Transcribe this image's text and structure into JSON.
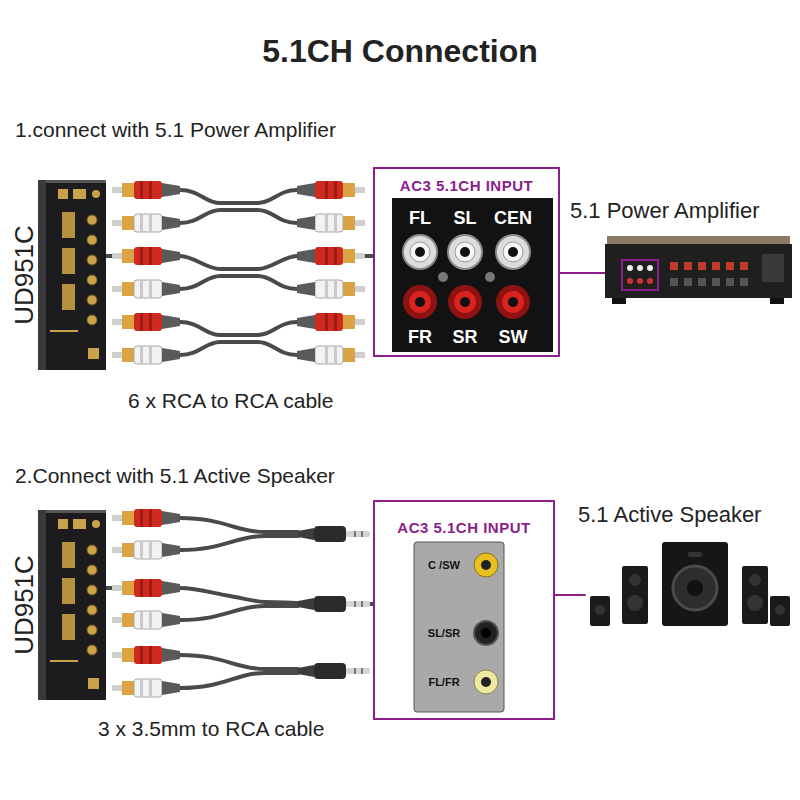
{
  "diagram": {
    "title": "5.1CH Connection",
    "nodes": [
      {
        "text": [
          "UD951C"
        ]
      },
      {
        "text": [
          "AC3 5.1CH INPUT"
        ]
      },
      {
        "text": [
          "5.1 Power Amplifier"
        ]
      },
      {
        "text": [
          "UD951C"
        ]
      },
      {
        "text": [
          "AC3 5.1CH INPUT"
        ]
      },
      {
        "text": [
          "5.1 Active Speaker"
        ]
      }
    ],
    "edges": [
      {
        "from": 0,
        "to": 1,
        "arrow": "none",
        "label": "6 x RCA to RCA cable"
      },
      {
        "from": 1,
        "to": 2,
        "arrow": "none"
      },
      {
        "from": 3,
        "to": 4,
        "arrow": "none",
        "label": "3 x 3.5mm to RCA cable"
      },
      {
        "from": 4,
        "to": 5,
        "arrow": "none"
      }
    ],
    "labels": [
      "1.connect with 5.1 Power Amplifier",
      "FL",
      "SL",
      "CEN",
      "FR",
      "SR",
      "SW",
      "2.Connect with 5.1 Active Speaker",
      "C /SW",
      "SL/SR",
      "FL/FR"
    ]
  }
}
